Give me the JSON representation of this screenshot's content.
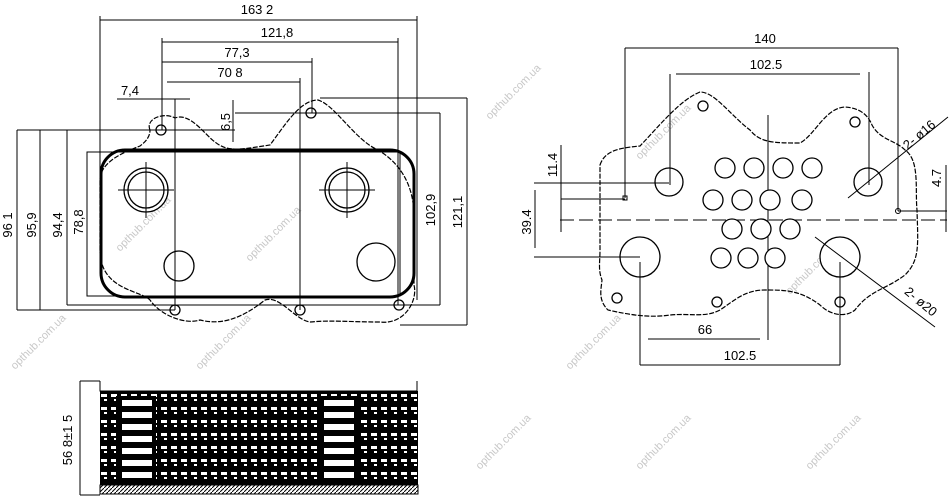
{
  "front_view": {
    "dims": {
      "overall_width": "163 2",
      "hole_span": "121,8",
      "span_77": "77,3",
      "span_70": "70 8",
      "offset_7": "7,4",
      "offset_6": "6,5",
      "height_96": "96 1",
      "height_95": "95,9",
      "height_94": "94,4",
      "height_78": "78,8",
      "height_102": "102,9",
      "height_121": "121,1"
    }
  },
  "side_view": {
    "dims": {
      "thickness": "56 8±1 5"
    }
  },
  "flange_view": {
    "dims": {
      "width_140": "140",
      "top_span": "102.5",
      "offset_11": "11.4",
      "offset_39": "39.4",
      "offset_4": "4.7",
      "small_ports": "2- ø16",
      "large_ports": "2- ø20",
      "span_66": "66",
      "bottom_span": "102.5"
    }
  },
  "watermark": "opthub.com.ua"
}
